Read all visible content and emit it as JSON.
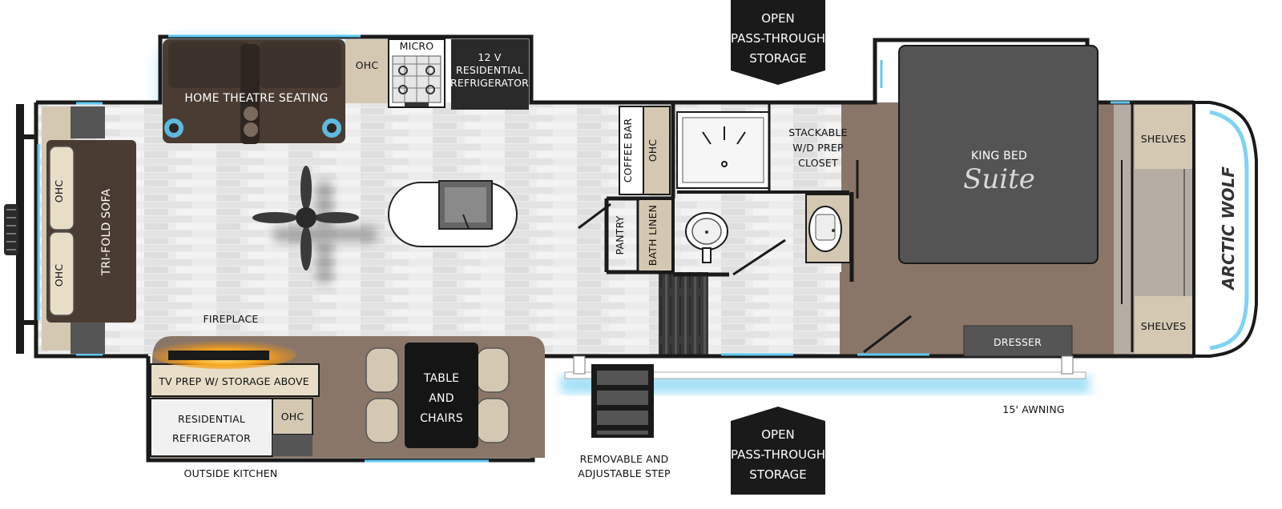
{
  "brand": {
    "logo_text": "ARCTIC WOLF",
    "suite_script": "Suite"
  },
  "callouts": {
    "top_storage": [
      "OPEN",
      "PASS-THROUGH",
      "STORAGE"
    ],
    "bottom_storage": [
      "OPEN",
      "PASS-THROUGH",
      "STORAGE"
    ]
  },
  "labels": {
    "home_theatre": "HOME THEATRE SEATING",
    "ohc_top": "OHC",
    "micro": "MICRO",
    "fridge_12v": [
      "12 V",
      "RESIDENTIAL",
      "REFRIGERATOR"
    ],
    "tri_fold_sofa": "TRI-FOLD SOFA",
    "ohc_sofa_top": "OHC",
    "ohc_sofa_bottom": "OHC",
    "fireplace": "FIREPLACE",
    "tv_prep": "TV PREP W/ STORAGE ABOVE",
    "residential_fridge": [
      "RESIDENTIAL",
      "REFRIGERATOR"
    ],
    "ohc_outside": "OHC",
    "outside_kitchen": "OUTSIDE KITCHEN",
    "table_chairs": [
      "TABLE",
      "AND",
      "CHAIRS"
    ],
    "coffee_bar": "COFFEE BAR",
    "ohc_coffee": "OHC",
    "pantry": "PANTRY",
    "bath_linen": "BATH LINEN",
    "stackable": [
      "STACKABLE",
      "W/D PREP",
      "CLOSET"
    ],
    "king_bed": "KING BED",
    "dresser": "DRESSER",
    "shelves_top": "SHELVES",
    "shelves_bottom": "SHELVES",
    "awning": "15' AWNING",
    "step": [
      "REMOVABLE AND",
      "ADJUSTABLE STEP"
    ]
  },
  "colors": {
    "wall": "#1a1a1a",
    "floor_light": "#e9e9e9",
    "carpet": "#8a7668",
    "sofa_dark": "#4a3c33",
    "cushion": "#d4c8b3",
    "bed": "#545454",
    "callout": "#1a1a1a",
    "glow": "#5fc8f2",
    "fire": "#f4a11a"
  }
}
